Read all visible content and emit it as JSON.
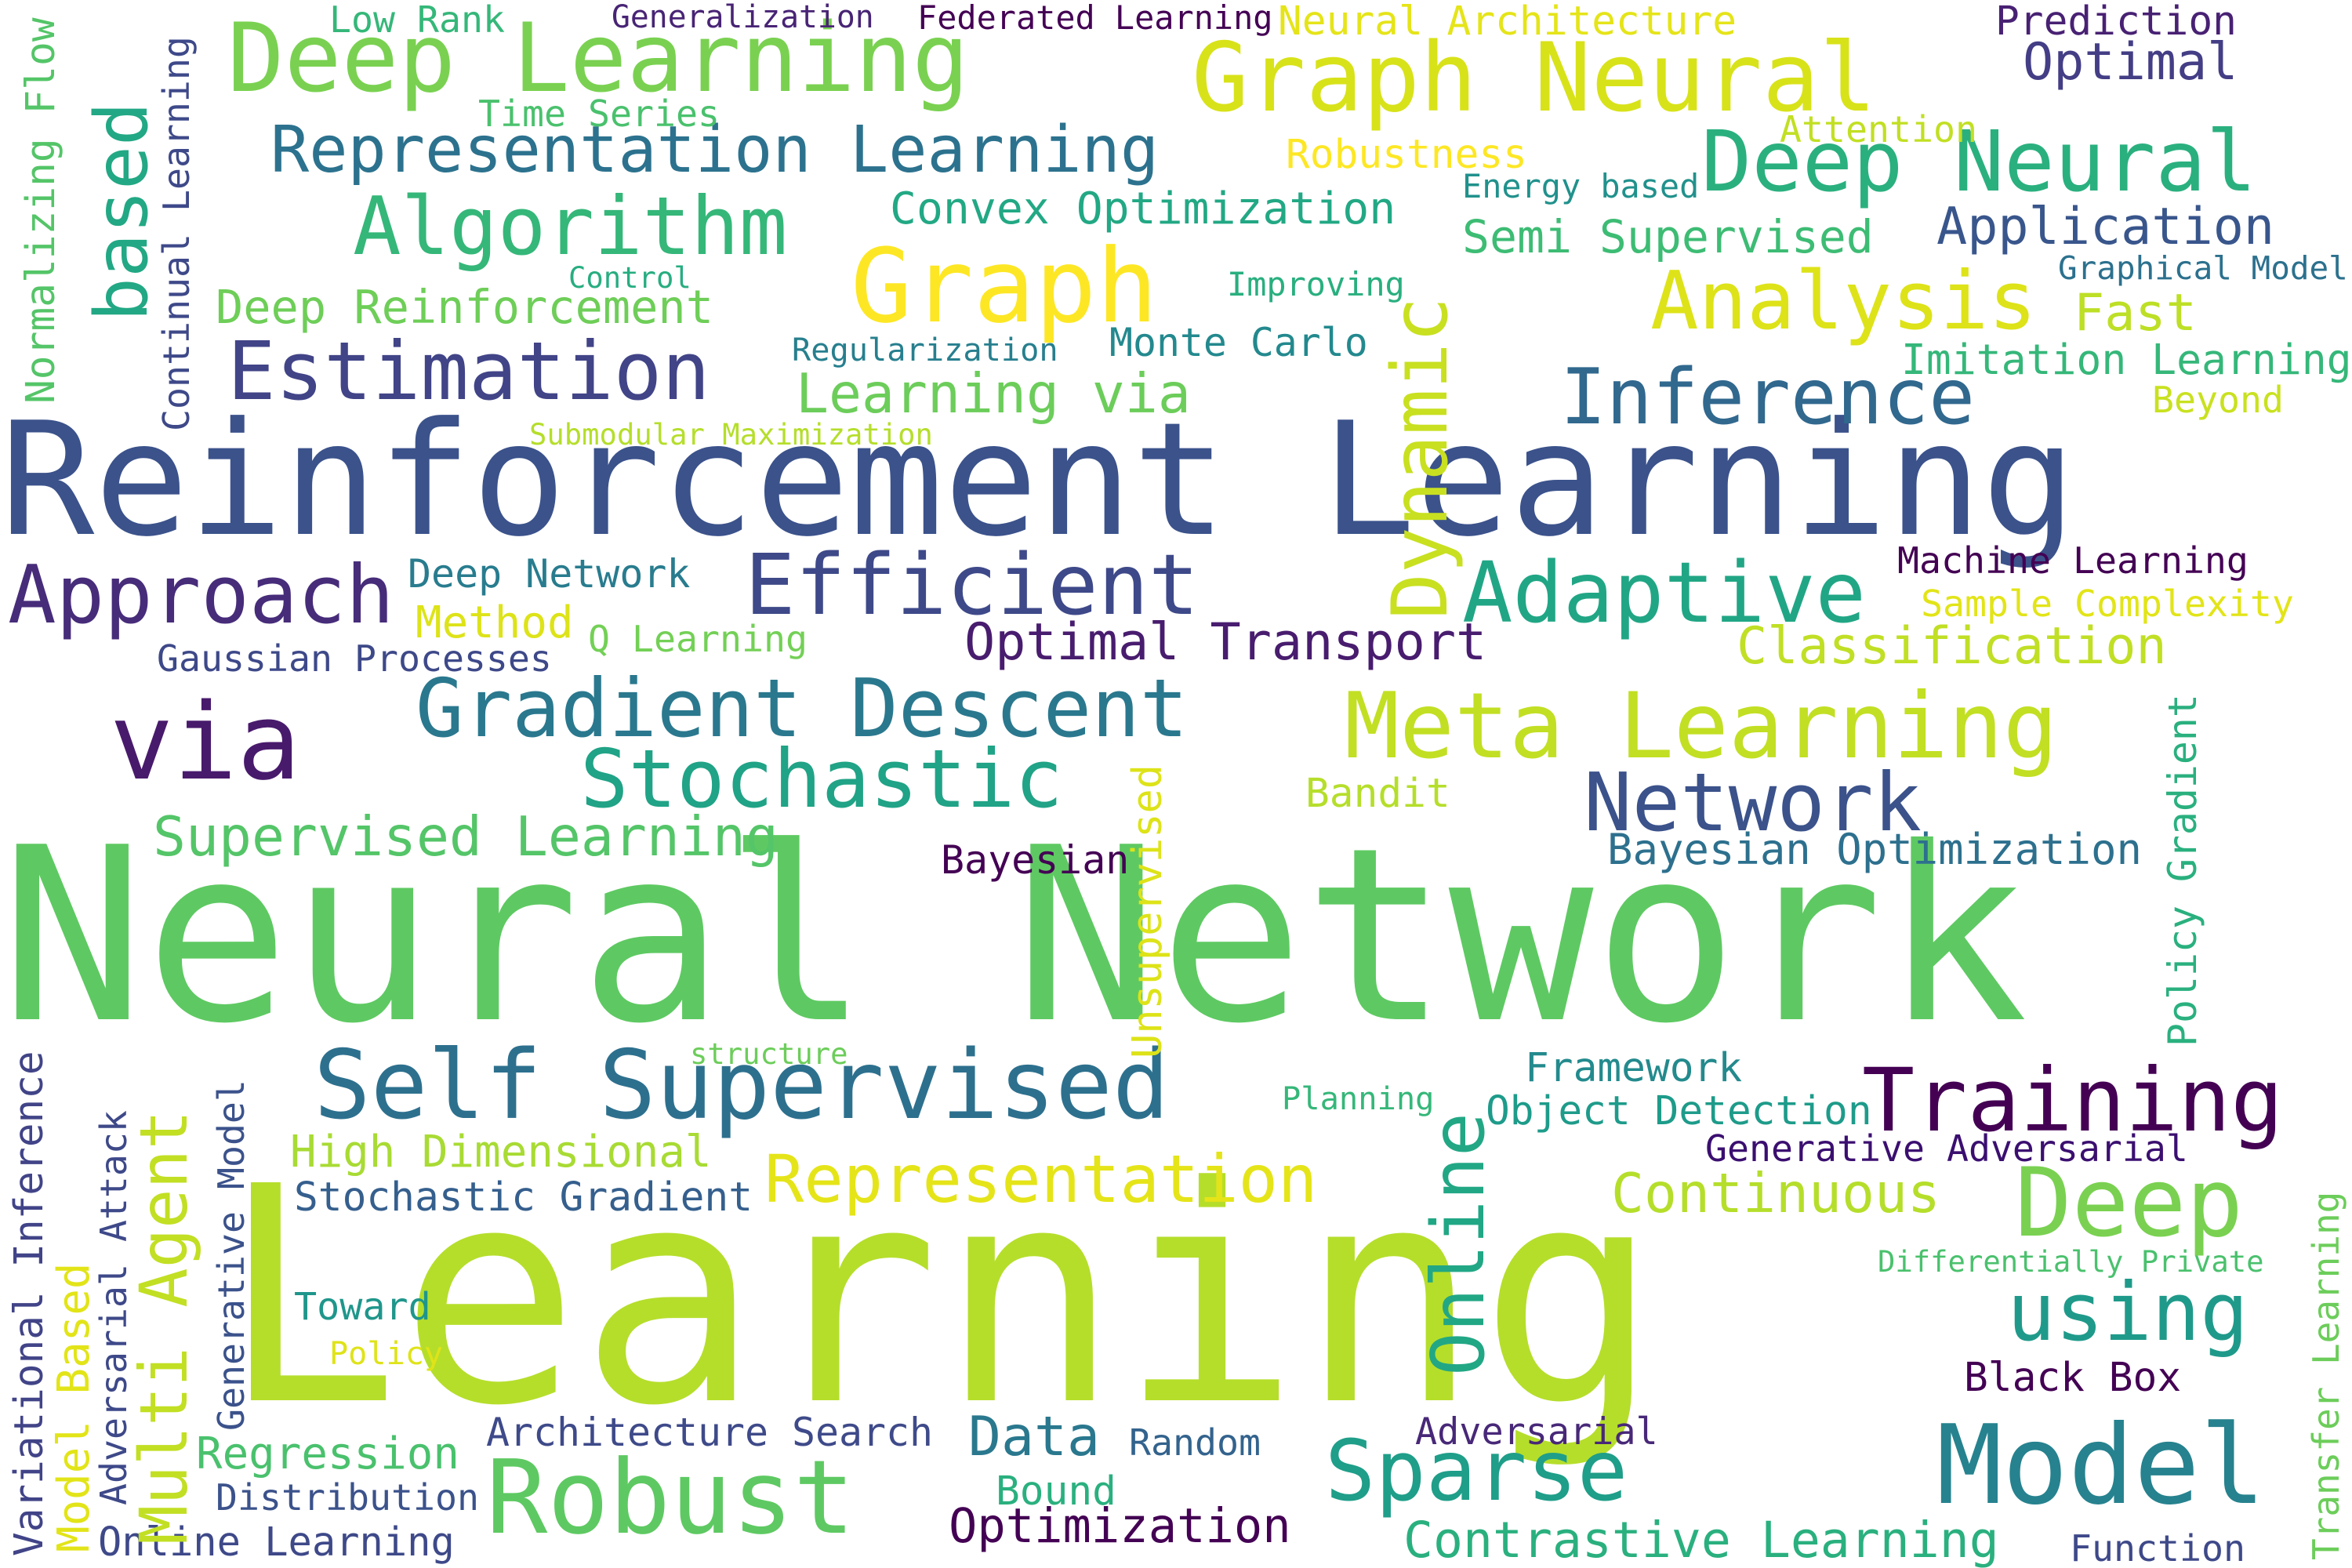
{
  "words": [
    {
      "text": "Neural Network",
      "color": "#5ec962"
    },
    {
      "text": "Learning",
      "color": "#b5de2b"
    },
    {
      "text": "Reinforcement Learning",
      "color": "#3b528b"
    },
    {
      "text": "Deep Learning",
      "color": "#7ad151"
    },
    {
      "text": "Graph Neural",
      "color": "#d8e219"
    },
    {
      "text": "Graph",
      "color": "#fde725"
    },
    {
      "text": "Algorithm",
      "color": "#35b779"
    },
    {
      "text": "Representation Learning",
      "color": "#2c728e"
    },
    {
      "text": "Deep Neural",
      "color": "#2ab07f"
    },
    {
      "text": "Estimation",
      "color": "#414487"
    },
    {
      "text": "Analysis",
      "color": "#dde318"
    },
    {
      "text": "Inference",
      "color": "#31688e"
    },
    {
      "text": "Efficient",
      "color": "#3e4989"
    },
    {
      "text": "Adaptive",
      "color": "#21a685"
    },
    {
      "text": "Approach",
      "color": "#472c7a"
    },
    {
      "text": "via",
      "color": "#481a6c"
    },
    {
      "text": "Gradient Descent",
      "color": "#2a788e"
    },
    {
      "text": "Meta Learning",
      "color": "#c2df23"
    },
    {
      "text": "Stochastic",
      "color": "#20a386"
    },
    {
      "text": "Network",
      "color": "#3b528b"
    },
    {
      "text": "Self Supervised",
      "color": "#2d708e"
    },
    {
      "text": "Training",
      "color": "#440154"
    },
    {
      "text": "Representation",
      "color": "#e5e419"
    },
    {
      "text": "Deep",
      "color": "#7ad151"
    },
    {
      "text": "Robust",
      "color": "#5ec962"
    },
    {
      "text": "Model",
      "color": "#26828e"
    },
    {
      "text": "Sparse",
      "color": "#1f9e89"
    },
    {
      "text": "using",
      "color": "#1f9a8a"
    },
    {
      "text": "Dynamic",
      "color": "#c8e020"
    },
    {
      "text": "Online",
      "color": "#22a785"
    },
    {
      "text": "based",
      "color": "#22a884"
    },
    {
      "text": "Application",
      "color": "#39568c"
    },
    {
      "text": "Optimal",
      "color": "#433e85"
    },
    {
      "text": "Prediction",
      "color": "#482173"
    },
    {
      "text": "Convex Optimization",
      "color": "#22a884"
    },
    {
      "text": "Semi Supervised",
      "color": "#3dbc74"
    },
    {
      "text": "Fast",
      "color": "#bddf26"
    },
    {
      "text": "Imitation Learning",
      "color": "#35b779"
    },
    {
      "text": "Learning via",
      "color": "#6ccd5a"
    },
    {
      "text": "Monte Carlo",
      "color": "#23898e"
    },
    {
      "text": "Classification",
      "color": "#c0df25"
    },
    {
      "text": "Optimal Transport",
      "color": "#481c6e"
    },
    {
      "text": "Supervised Learning",
      "color": "#54c568"
    },
    {
      "text": "Bayesian Optimization",
      "color": "#2d708e"
    },
    {
      "text": "Continuous",
      "color": "#b5de2b"
    },
    {
      "text": "Framework",
      "color": "#238a8d"
    },
    {
      "text": "Object Detection",
      "color": "#1e9b8a"
    },
    {
      "text": "Generative Adversarial",
      "color": "#3b0f70"
    },
    {
      "text": "High Dimensional",
      "color": "#a8db34"
    },
    {
      "text": "Stochastic Gradient",
      "color": "#355f8d"
    },
    {
      "text": "Data",
      "color": "#2a788e"
    },
    {
      "text": "Architecture Search",
      "color": "#3e4a89"
    },
    {
      "text": "Regression",
      "color": "#4ac16d"
    },
    {
      "text": "Distribution",
      "color": "#3b528b"
    },
    {
      "text": "Online Learning",
      "color": "#3e4989"
    },
    {
      "text": "Optimization",
      "color": "#440154"
    },
    {
      "text": "Contrastive Learning",
      "color": "#2ab07f"
    },
    {
      "text": "Function",
      "color": "#3e4989"
    },
    {
      "text": "Black Box",
      "color": "#440154"
    },
    {
      "text": "Adversarial",
      "color": "#482878"
    },
    {
      "text": "Bound",
      "color": "#2ab07f"
    },
    {
      "text": "Random",
      "color": "#33638d"
    },
    {
      "text": "Toward",
      "color": "#1f968b"
    },
    {
      "text": "Policy",
      "color": "#dfe318"
    },
    {
      "text": "Machine Learning",
      "color": "#440154"
    },
    {
      "text": "Sample Complexity",
      "color": "#e2e418"
    },
    {
      "text": "Deep Network",
      "color": "#287c8e"
    },
    {
      "text": "Method",
      "color": "#dde318"
    },
    {
      "text": "Q Learning",
      "color": "#73d056"
    },
    {
      "text": "Gaussian Processes",
      "color": "#3e4989"
    },
    {
      "text": "Bayesian",
      "color": "#440154"
    },
    {
      "text": "Bandit",
      "color": "#b5de2b"
    },
    {
      "text": "Deep Reinforcement",
      "color": "#6ece58"
    },
    {
      "text": "Regularization",
      "color": "#277f8e"
    },
    {
      "text": "Submodular Maximization",
      "color": "#b5de2b"
    },
    {
      "text": "Control",
      "color": "#27ad81"
    },
    {
      "text": "Improving",
      "color": "#29af7f"
    },
    {
      "text": "Energy based",
      "color": "#21918c"
    },
    {
      "text": "Graphical Model",
      "color": "#2c718e"
    },
    {
      "text": "Beyond",
      "color": "#c9e120"
    },
    {
      "text": "Attention",
      "color": "#c2df23"
    },
    {
      "text": "Robustness",
      "color": "#fde725"
    },
    {
      "text": "Time Series",
      "color": "#4ac16d"
    },
    {
      "text": "Low Rank",
      "color": "#35b779"
    },
    {
      "text": "Generalization",
      "color": "#482475"
    },
    {
      "text": "Federated Learning",
      "color": "#440154"
    },
    {
      "text": "Neural Architecture",
      "color": "#e5e419"
    },
    {
      "text": "structure",
      "color": "#6ccd5a"
    },
    {
      "text": "Planning",
      "color": "#35b779"
    },
    {
      "text": "Differentially Private",
      "color": "#4ac16d"
    },
    {
      "text": "Normalizing Flow",
      "color": "#54c568"
    },
    {
      "text": "Continual Learning",
      "color": "#3e4989"
    },
    {
      "text": "Unsupervised",
      "color": "#dde318"
    },
    {
      "text": "Policy Gradient",
      "color": "#2ab07f"
    },
    {
      "text": "Variational Inference",
      "color": "#414487"
    },
    {
      "text": "Model Based",
      "color": "#e2e418"
    },
    {
      "text": "Adversarial Attack",
      "color": "#3e4989"
    },
    {
      "text": "Multi Agent",
      "color": "#c2df23"
    },
    {
      "text": "Generative Model",
      "color": "#3b528b"
    },
    {
      "text": "Transfer Learning",
      "color": "#6ccd5a"
    }
  ]
}
